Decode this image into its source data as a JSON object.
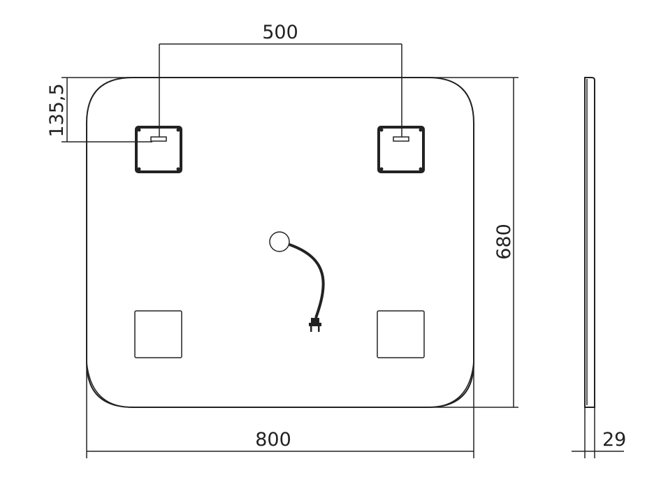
{
  "dimensions": {
    "bracket_spacing": "500",
    "top_offset": "135,5",
    "height": "680",
    "width": "800",
    "depth": "29"
  },
  "colors": {
    "line": "#222222",
    "background": "#ffffff"
  },
  "icons": {
    "cable": "power-cable-icon",
    "plug": "plug-icon",
    "switch": "switch-icon"
  }
}
